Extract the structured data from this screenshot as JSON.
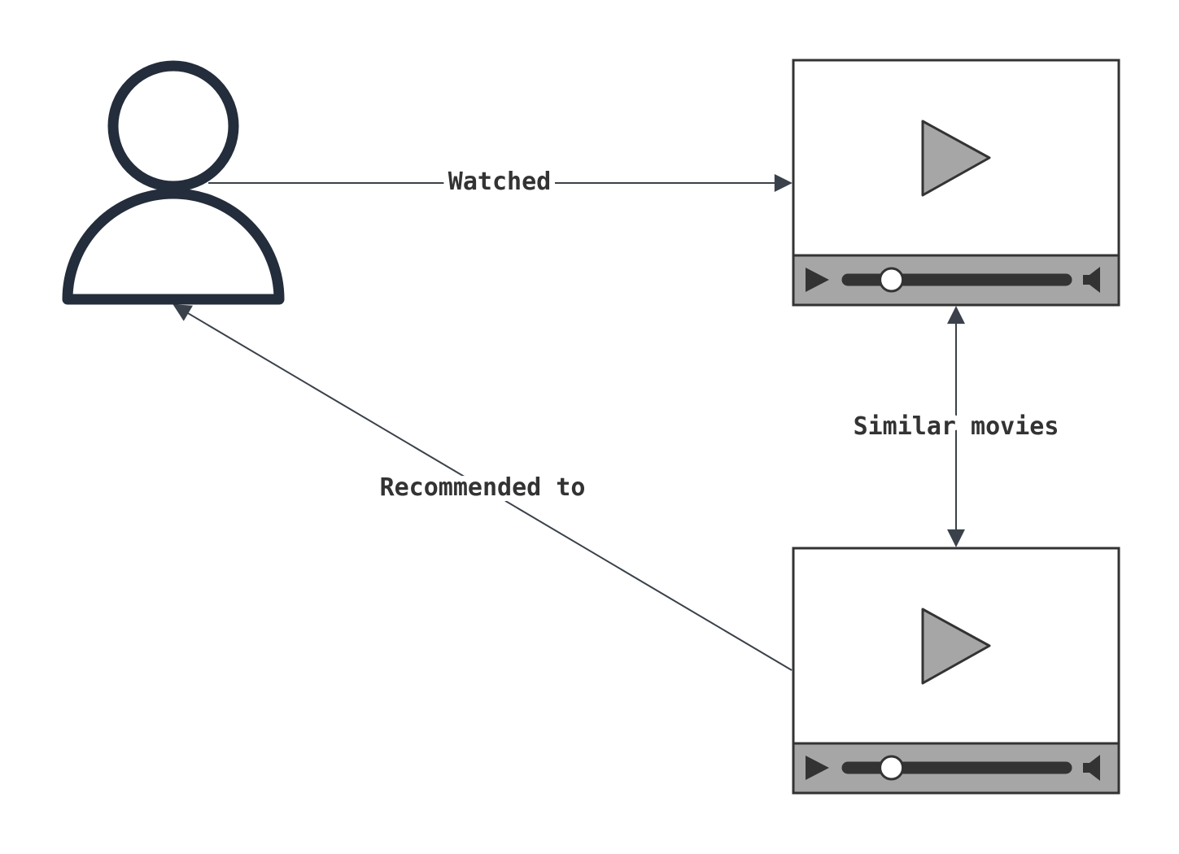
{
  "nodes": {
    "user": {
      "icon": "user-icon"
    },
    "watched_movie": {
      "icon": "video-player-icon"
    },
    "recommended_movie": {
      "icon": "video-player-icon"
    }
  },
  "edges": {
    "watched": {
      "label": "Watched",
      "direction": "user-to-watched-movie"
    },
    "similar": {
      "label": "Similar movies",
      "direction": "bidirectional"
    },
    "recommended": {
      "label": "Recommended to",
      "direction": "recommended-movie-to-user"
    }
  },
  "player": {
    "progress": 0.2
  },
  "colors": {
    "outline": "#232d3b",
    "player_border": "#333333",
    "control_bar": "#a6a6a6",
    "play_triangle": "#a6a6a6",
    "edge": "#3a414a",
    "text": "#333333",
    "background": "#ffffff"
  }
}
